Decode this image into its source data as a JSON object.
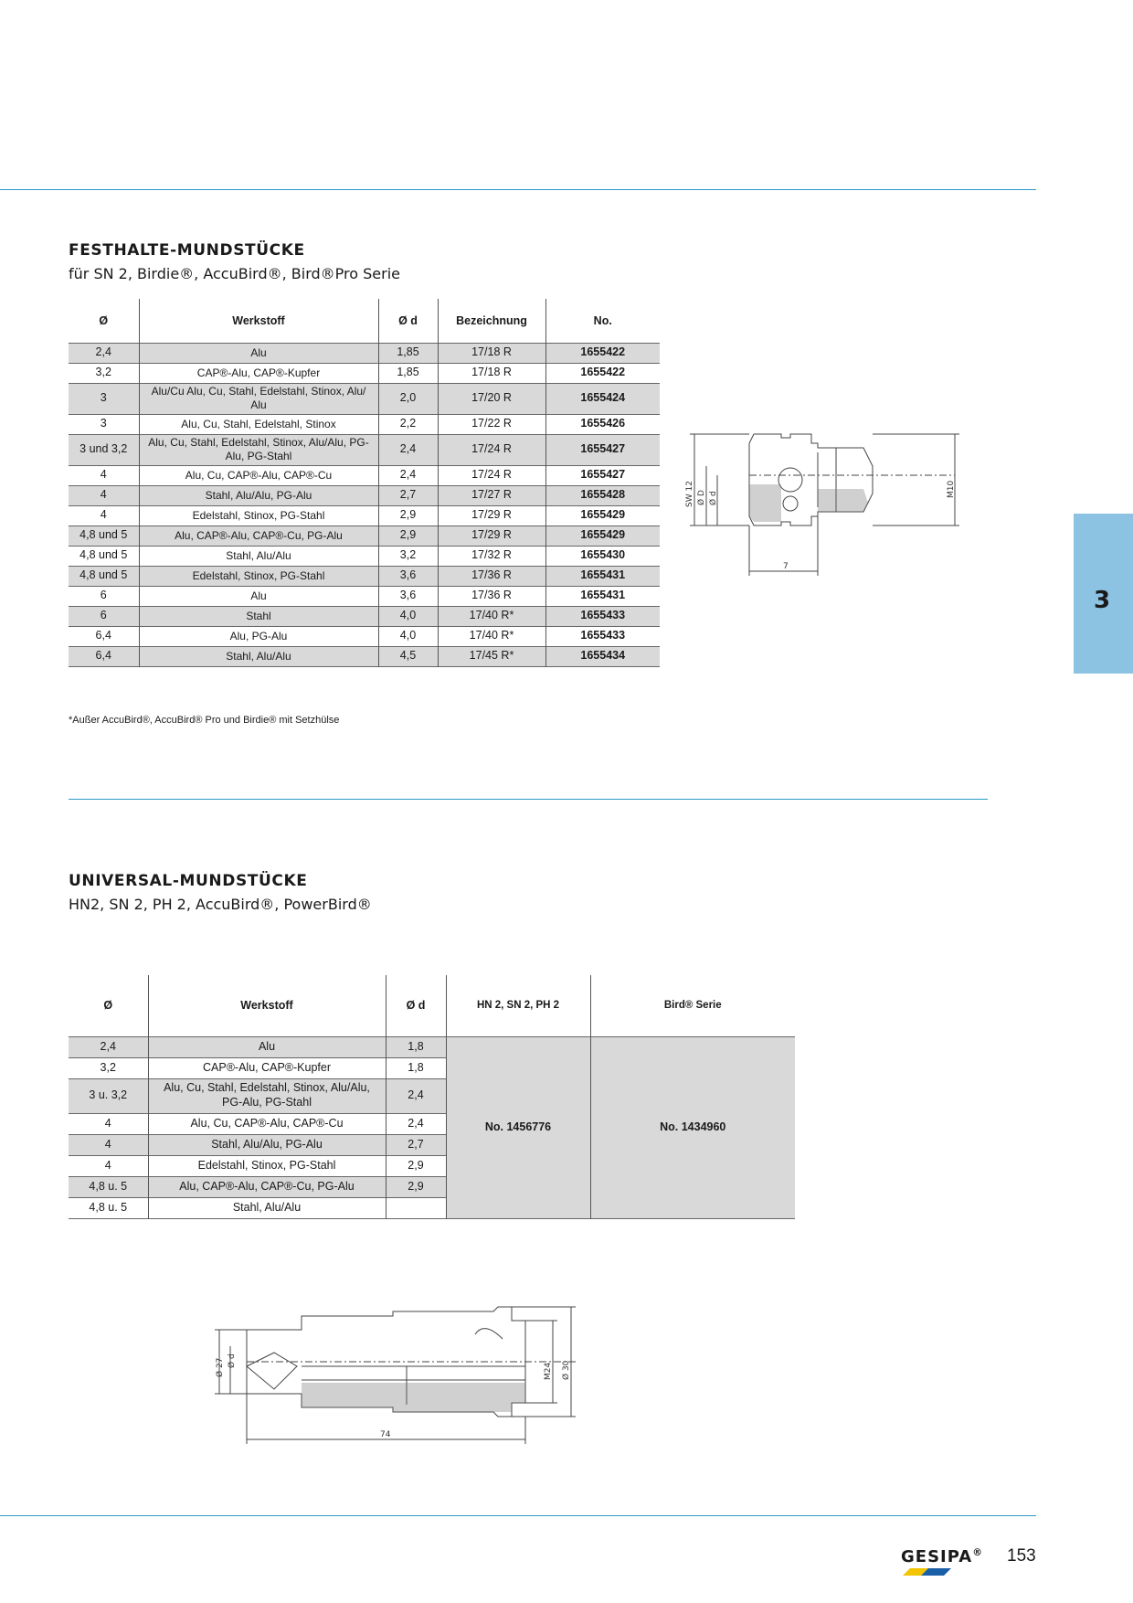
{
  "section1": {
    "title": "FESTHALTE-MUNDSTÜCKE",
    "subtitle": "für SN 2, Birdie®, AccuBird®, Bird®Pro Serie",
    "headers": [
      "Ø",
      "Werkstoff",
      "Ø d",
      "Bezeichnung",
      "No."
    ],
    "rows": [
      [
        "2,4",
        "Alu",
        "1,85",
        "17/18 R",
        "1655422"
      ],
      [
        "3,2",
        "CAP®-Alu, CAP®-Kupfer",
        "1,85",
        "17/18 R",
        "1655422"
      ],
      [
        "3",
        "Alu/Cu Alu, Cu, Stahl, Edelstahl, Stinox, Alu/ Alu",
        "2,0",
        "17/20 R",
        "1655424"
      ],
      [
        "3",
        "Alu, Cu, Stahl, Edelstahl, Stinox",
        "2,2",
        "17/22 R",
        "1655426"
      ],
      [
        "3 und 3,2",
        "Alu, Cu, Stahl, Edelstahl, Stinox, Alu/Alu, PG-Alu, PG-Stahl",
        "2,4",
        "17/24 R",
        "1655427"
      ],
      [
        "4",
        "Alu, Cu, CAP®-Alu, CAP®-Cu",
        "2,4",
        "17/24 R",
        "1655427"
      ],
      [
        "4",
        "Stahl, Alu/Alu, PG-Alu",
        "2,7",
        "17/27 R",
        "1655428"
      ],
      [
        "4",
        "Edelstahl, Stinox, PG-Stahl",
        "2,9",
        "17/29 R",
        "1655429"
      ],
      [
        "4,8 und 5",
        "Alu, CAP®-Alu, CAP®-Cu, PG-Alu",
        "2,9",
        "17/29 R",
        "1655429"
      ],
      [
        "4,8 und 5",
        "Stahl, Alu/Alu",
        "3,2",
        "17/32 R",
        "1655430"
      ],
      [
        "4,8 und 5",
        "Edelstahl, Stinox, PG-Stahl",
        "3,6",
        "17/36 R",
        "1655431"
      ],
      [
        "6",
        "Alu",
        "3,6",
        "17/36 R",
        "1655431"
      ],
      [
        "6",
        "Stahl",
        "4,0",
        "17/40 R*",
        "1655433"
      ],
      [
        "6,4",
        "Alu, PG-Alu",
        "4,0",
        "17/40 R*",
        "1655433"
      ],
      [
        "6,4",
        "Stahl, Alu/Alu",
        "4,5",
        "17/45 R*",
        "1655434"
      ]
    ],
    "footnote": "*Außer AccuBird®, AccuBird® Pro und Birdie® mit Setzhülse",
    "drawing_labels": {
      "sw": "SW 12",
      "d0": "Ø D",
      "dd": "Ø d",
      "m": "M10",
      "len": "7"
    }
  },
  "section2": {
    "title": "UNIVERSAL-MUNDSTÜCKE",
    "subtitle": "HN2, SN 2, PH 2, AccuBird®, PowerBird®",
    "headers": [
      "Ø",
      "Werkstoff",
      "Ø d",
      "HN 2, SN 2, PH 2",
      "Bird® Serie"
    ],
    "rows": [
      [
        "2,4",
        "Alu",
        "1,8"
      ],
      [
        "3,2",
        "CAP®-Alu, CAP®-Kupfer",
        "1,8"
      ],
      [
        "3 u. 3,2",
        "Alu, Cu, Stahl, Edelstahl, Stinox, Alu/Alu, PG-Alu, PG-Stahl",
        "2,4"
      ],
      [
        "4",
        "Alu, Cu, CAP®-Alu, CAP®-Cu",
        "2,4"
      ],
      [
        "4",
        "Stahl, Alu/Alu, PG-Alu",
        "2,7"
      ],
      [
        "4",
        "Edelstahl, Stinox, PG-Stahl",
        "2,9"
      ],
      [
        "4,8 u. 5",
        "Alu, CAP®-Alu, CAP®-Cu, PG-Alu",
        "2,9"
      ],
      [
        "4,8 u. 5",
        "Stahl, Alu/Alu",
        ""
      ]
    ],
    "no_hn": "No. 1456776",
    "no_bird": "No. 1434960",
    "drawing_labels": {
      "d27": "Ø 27",
      "dd": "Ø d",
      "m24": "M24",
      "d30": "Ø 30",
      "len": "74"
    }
  },
  "side_tab": "3",
  "logo": "GESIPA",
  "logo_mark": "®",
  "page_number": "153",
  "colors": {
    "rule": "#2a9bc7",
    "tab": "#8cc3e2",
    "shade": "#d9d9d9",
    "logo_yellow": "#f2c500",
    "logo_blue": "#1a5fa8"
  }
}
